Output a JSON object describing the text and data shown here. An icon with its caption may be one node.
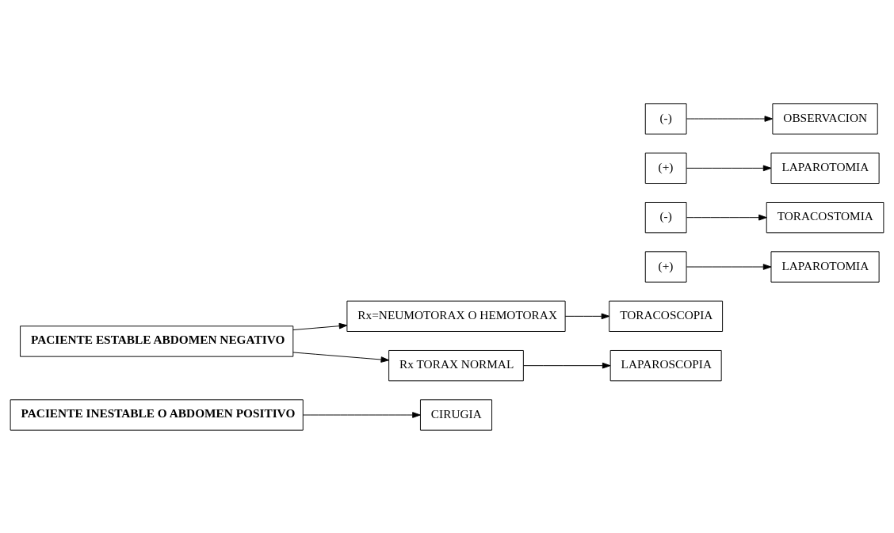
{
  "diagram": {
    "nodes": [
      {
        "text": [
          "PACIENTE INESTABLE O ABDOMEN POSITIVO"
        ]
      },
      {
        "text": [
          "CIRUGIA"
        ]
      },
      {
        "text": [
          "Rx=NEUMOTORAX O HEMOTORAX"
        ]
      },
      {
        "text": [
          "(+)"
        ]
      },
      {
        "text": [
          "TORACOSCOPIA"
        ]
      },
      {
        "text": [
          "(-)"
        ]
      },
      {
        "text": [
          "LAPAROTOMIA"
        ]
      },
      {
        "text": [
          "TORACOSTOMIA"
        ]
      },
      {
        "text": [
          "PACIENTE ESTABLE ABDOMEN NEGATIVO"
        ]
      },
      {
        "text": [
          "Rx TORAX NORMAL"
        ]
      },
      {
        "text": [
          "(+)"
        ]
      },
      {
        "text": [
          "LAPAROSCOPIA"
        ]
      },
      {
        "text": [
          "(-)"
        ]
      },
      {
        "text": [
          "LAPAROTOMIA"
        ]
      },
      {
        "text": [
          "OBSERVACION"
        ]
      }
    ],
    "edges": [
      {
        "from": 0,
        "to": 1,
        "arrow": "to"
      },
      {
        "from": 2,
        "to": 4,
        "arrow": "to"
      },
      {
        "from": 3,
        "to": 6,
        "arrow": "to"
      },
      {
        "from": 5,
        "to": 7,
        "arrow": "to"
      },
      {
        "from": 8,
        "to": 2,
        "arrow": "to"
      },
      {
        "from": 8,
        "to": 9,
        "arrow": "to"
      },
      {
        "from": 9,
        "to": 11,
        "arrow": "to"
      },
      {
        "from": 10,
        "to": 13,
        "arrow": "to"
      },
      {
        "from": 12,
        "to": 14,
        "arrow": "to"
      }
    ]
  }
}
